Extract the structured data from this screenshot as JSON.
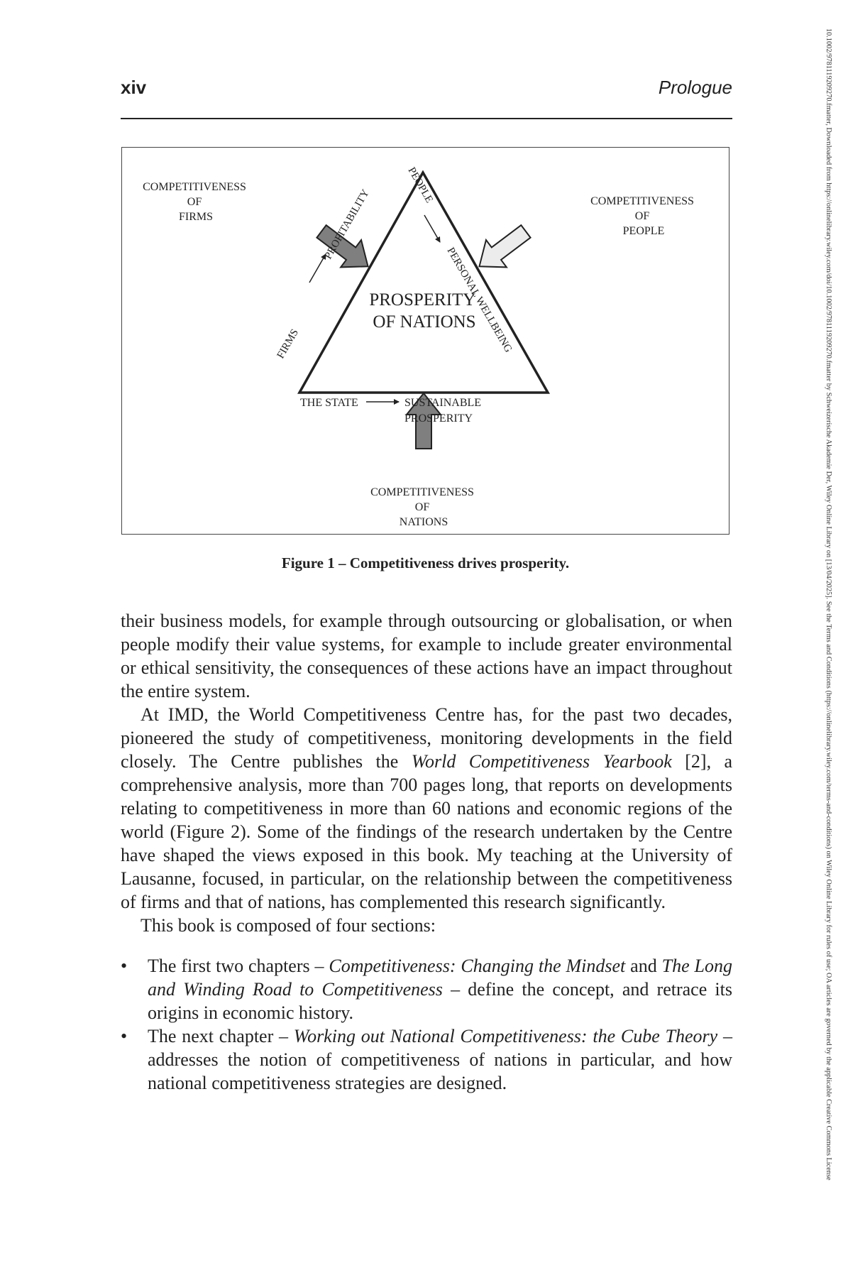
{
  "header": {
    "page_number": "xiv",
    "running_title": "Prologue"
  },
  "figure": {
    "corner_labels": {
      "firms": [
        "COMPETITIVENESS",
        "OF",
        "FIRMS"
      ],
      "people": [
        "COMPETITIVENESS",
        "OF",
        "PEOPLE"
      ],
      "nations": [
        "COMPETITIVENESS",
        "OF",
        "NATIONS"
      ]
    },
    "center": [
      "PROSPERITY",
      "OF NATIONS"
    ],
    "edges": {
      "left_lower": "FIRMS",
      "left_upper": "PROFITABILITY",
      "right_upper": "PEOPLE",
      "right_lower": "PERSONAL WELLBEING",
      "bottom_left": "THE STATE",
      "bottom_right": [
        "SUSTAINABLE",
        "PROSPERITY"
      ]
    },
    "caption": "Figure 1 – Competitiveness drives prosperity."
  },
  "body": {
    "p1": "their business models, for example through outsourcing or globalisation, or when people modify their value systems, for example to include greater environmental or ethical sensitivity, the consequences of these actions have an impact throughout the entire system.",
    "p2_a": "At IMD, the World Competitiveness Centre has, for the past two decades, pioneered the study of competitiveness, monitoring developments in the field closely. The Centre publishes the ",
    "p2_italic": "World Competitiveness Yearbook",
    "p2_b": " [2], a comprehensive analysis, more than 700 pages long, that reports on developments relating to competitiveness in more than 60 nations and economic regions of the world (Figure 2). Some of the findings of the research undertaken by the Centre have shaped the views exposed in this book. My teaching at the University of Lausanne, focused, in particular, on the relationship between the competitiveness of firms and that of nations, has complemented this research significantly.",
    "p3": "This book is composed of four sections:",
    "bullets": [
      {
        "mark": "•",
        "t1": "The first two chapters – ",
        "i1": "Competitiveness: Changing the Mindset",
        "t2": " and ",
        "i2": "The Long and Winding Road to Competitiveness",
        "t3": " – define the concept, and retrace its origins in economic history."
      },
      {
        "mark": "•",
        "t1": "The next chapter – ",
        "i1": "Working out National Competitiveness: the Cube Theory",
        "t2": " – addresses the notion of competitiveness of nations in particular, and how national competitiveness strategies are designed."
      }
    ]
  },
  "side_note": "10.1002/9781119209270.fmatter, Downloaded from https://onlinelibrary.wiley.com/doi/10.1002/9781119209270.fmatter by Schweizerische Akademie Der, Wiley Online Library on [13/04/2025]. See the Terms and Conditions (https://onlinelibrary.wiley.com/terms-and-conditions) on Wiley Online Library for rules of use; OA articles are governed by the applicable Creative Commons License",
  "colors": {
    "arrow_dark": "#7f7f7f",
    "arrow_light": "#ececec",
    "text": "#222222"
  }
}
